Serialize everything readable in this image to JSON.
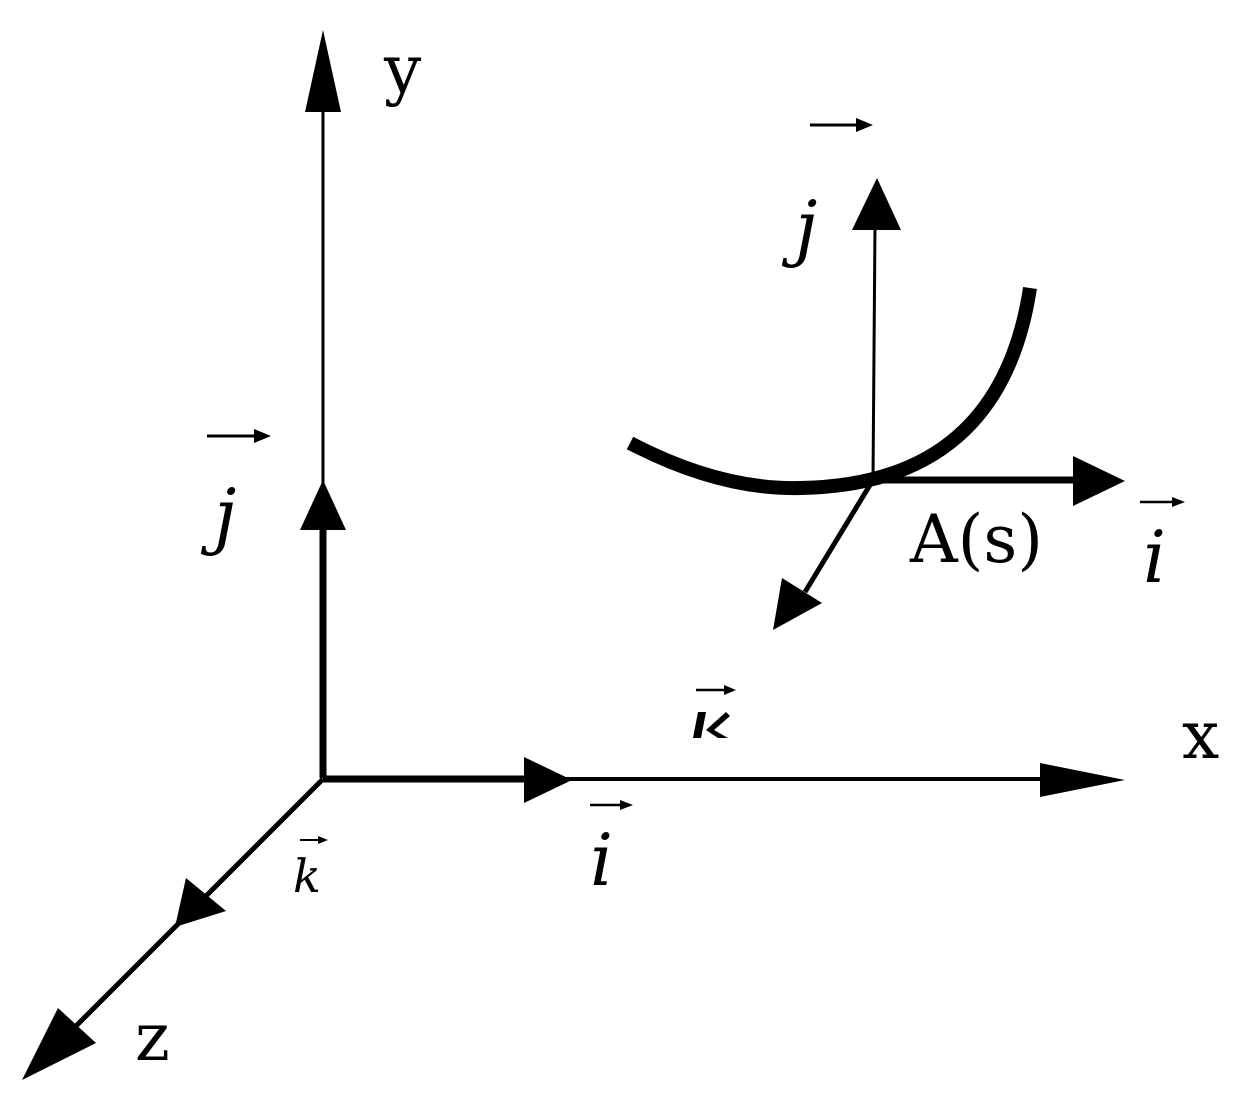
{
  "axes": {
    "x_label": "x",
    "y_label": "y",
    "z_label": "z"
  },
  "vectors": {
    "i": "i",
    "j": "j",
    "k": "k"
  },
  "point_label": "A(s)",
  "colors": {
    "ink": "#000000",
    "background": "#ffffff"
  }
}
